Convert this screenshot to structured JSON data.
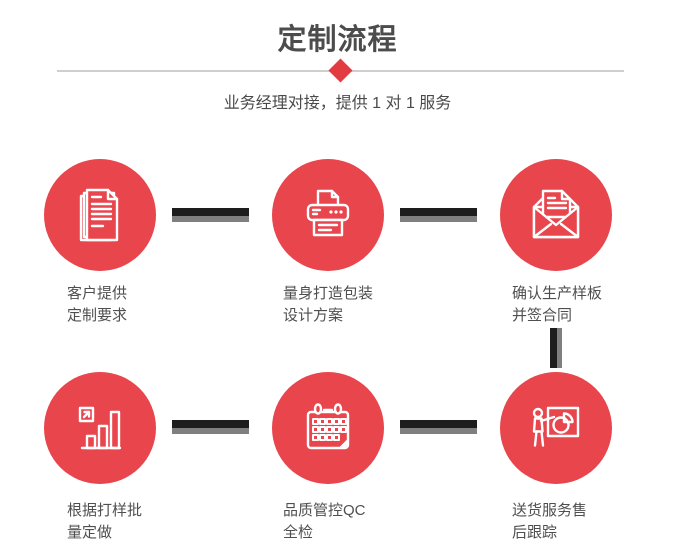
{
  "header": {
    "title": "定制流程",
    "subtitle": "业务经理对接，提供 1 对 1 服务"
  },
  "steps": [
    {
      "icon": "documents-icon",
      "label_line1": "客户提供",
      "label_line2": "定制要求"
    },
    {
      "icon": "printer-icon",
      "label_line1": "量身打造包装",
      "label_line2": "设计方案"
    },
    {
      "icon": "envelope-icon",
      "label_line1": "确认生产样板",
      "label_line2": "并签合同"
    },
    {
      "icon": "bar-chart-icon",
      "label_line1": "根据打样批",
      "label_line2": "量定做"
    },
    {
      "icon": "calendar-icon",
      "label_line1": "品质管控QC",
      "label_line2": "全检"
    },
    {
      "icon": "presentation-icon",
      "label_line1": "送货服务售",
      "label_line2": "后跟踪"
    }
  ],
  "colors": {
    "accent_red": "#e8454d",
    "diamond_red": "#e23b41",
    "connector_dark": "#1d1d1d",
    "connector_gray": "#7f7f7f",
    "title_gray": "#4c4c4c",
    "label_gray": "#4f4f4f",
    "divider_gray": "#cfcfcf"
  }
}
